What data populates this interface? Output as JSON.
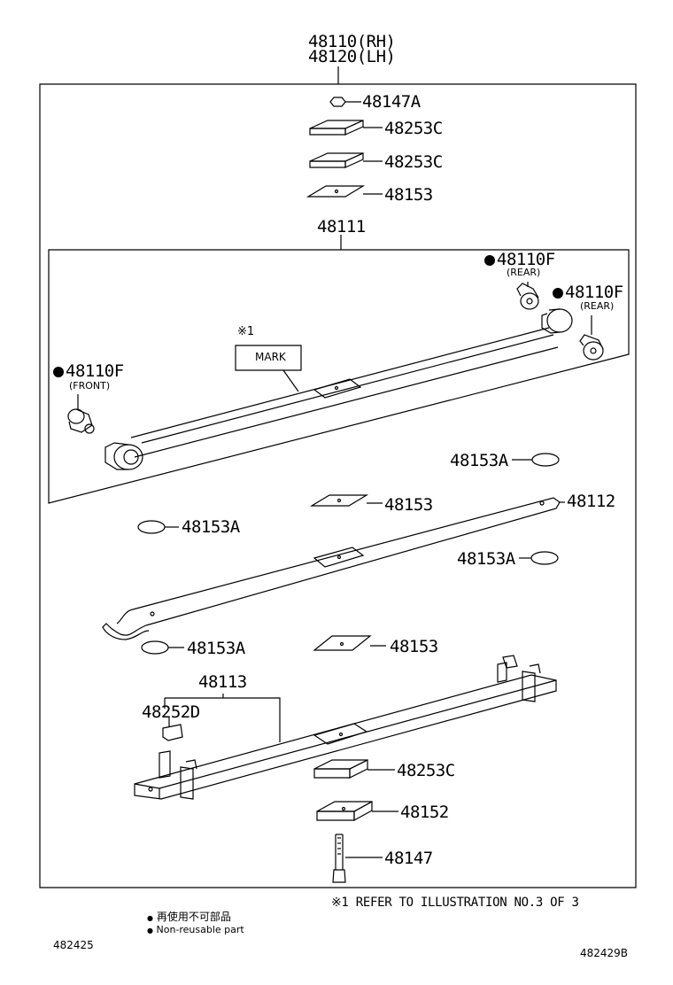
{
  "header": {
    "part_rh": "48110(RH)",
    "part_lh": "48120(LH)"
  },
  "labels": {
    "p48147A": "48147A",
    "p48253C_1": "48253C",
    "p48253C_2": "48253C",
    "p48153_top": "48153",
    "p48111": "48111",
    "p48110F_rear1": "48110F",
    "rear1": "(REAR)",
    "p48110F_rear2": "48110F",
    "rear2": "(REAR)",
    "p48110F_front": "48110F",
    "front": "(FRONT)",
    "ref_mark": "※1",
    "mark": "MARK",
    "p48153A_1": "48153A",
    "p48153_mid": "48153",
    "p48112": "48112",
    "p48153A_2": "48153A",
    "p48153A_3": "48153A",
    "p48153A_4": "48153A",
    "p48153_low": "48153",
    "p48113": "48113",
    "p48252D": "48252D",
    "p48253C_3": "48253C",
    "p48152": "48152",
    "p48147": "48147"
  },
  "footer": {
    "refer_note": "※1  REFER TO ILLUSTRATION NO.3 OF 3",
    "legend_jp": "再使用不可部品",
    "legend_en": "Non-reusable part",
    "code_left": "482425",
    "code_right": "482429B"
  }
}
